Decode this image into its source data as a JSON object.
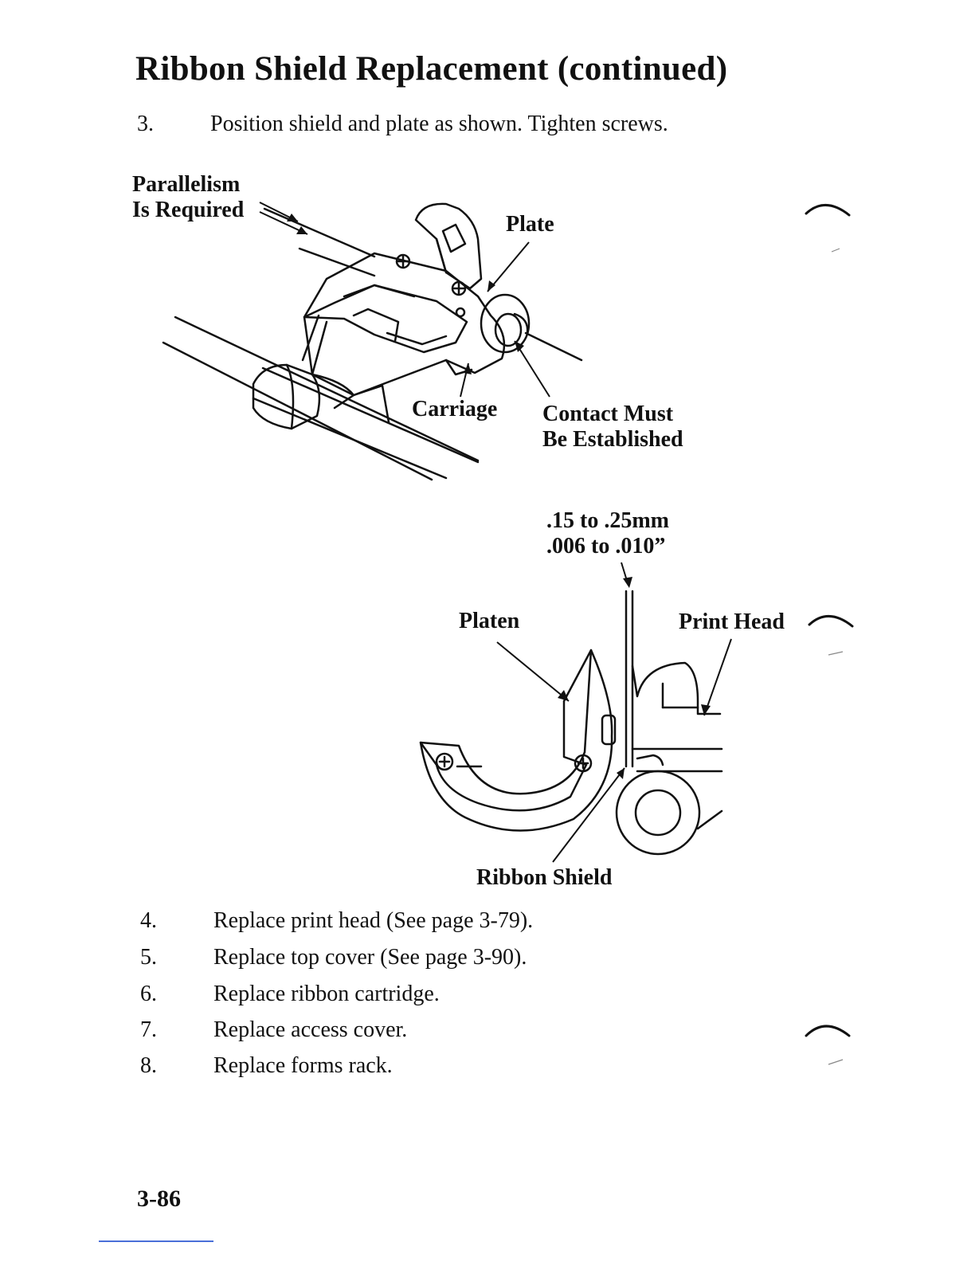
{
  "header": {
    "title": "Ribbon Shield Replacement (continued)"
  },
  "step3": {
    "number": "3.",
    "text": "Position shield and plate as shown. Tighten screws."
  },
  "figure1": {
    "labels": {
      "parallelism_line1": "Parallelism",
      "parallelism_line2": "Is Required",
      "plate": "Plate",
      "carriage": "Carriage",
      "contact_line1": "Contact Must",
      "contact_line2": "Be Established"
    }
  },
  "figure2": {
    "labels": {
      "gap_mm": ".15 to .25mm",
      "gap_in": ".006 to .010”",
      "platen": "Platen",
      "print_head": "Print Head",
      "ribbon_shield": "Ribbon Shield"
    }
  },
  "steps": [
    {
      "number": "4.",
      "text": "Replace print head (See page 3-79)."
    },
    {
      "number": "5.",
      "text": "Replace top cover (See page 3-90)."
    },
    {
      "number": "6.",
      "text": "Replace ribbon cartridge."
    },
    {
      "number": "7.",
      "text": "Replace access cover."
    },
    {
      "number": "8.",
      "text": "Replace forms rack."
    }
  ],
  "footer": {
    "page_number": "3-86"
  }
}
